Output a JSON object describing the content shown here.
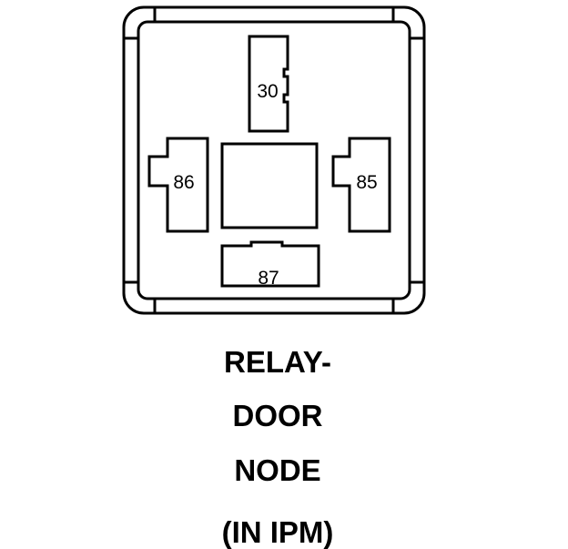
{
  "relay": {
    "pins": {
      "top": "30",
      "left": "86",
      "right": "85",
      "bottom": "87"
    }
  },
  "caption": {
    "line1": "RELAY-",
    "line2": "DOOR",
    "line3": "NODE",
    "line4": "(IN IPM)"
  },
  "colors": {
    "stroke": "#000000",
    "background": "#ffffff"
  }
}
